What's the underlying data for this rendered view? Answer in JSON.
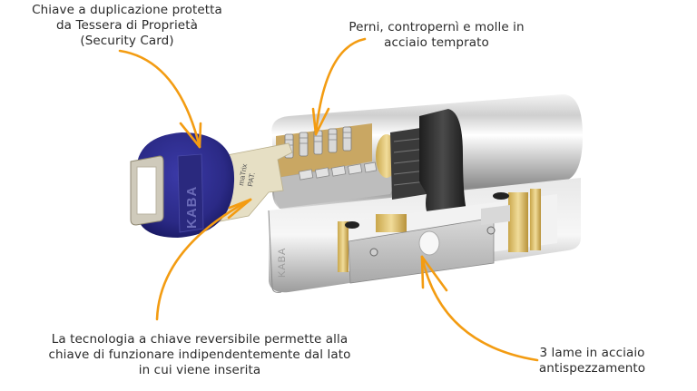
{
  "diagram": {
    "subject": "KABA matrix lock cylinder with reversible key (cutaway)",
    "accent_color": "#f39c12",
    "key_color": "#2e2a86",
    "callouts": [
      {
        "id": "protected-key",
        "lines": [
          "Chiave a duplicazione protetta",
          "da Tessera di Proprietà",
          "(Security Card)"
        ],
        "points_to": "key head"
      },
      {
        "id": "hardened-pins",
        "lines": [
          "Perni, contropernì e molle in",
          "acciaio temprato"
        ],
        "points_to": "pins and springs"
      },
      {
        "id": "reversible-key",
        "lines": [
          "La tecnologia a chiave reversibile permette alla",
          "chiave di funzionare indipendentemente dal lato",
          "in cui viene inserita"
        ],
        "points_to": "key blade"
      },
      {
        "id": "anti-break-blades",
        "lines": [
          "3 lame in acciaio",
          "antispezzamento"
        ],
        "points_to": "steel bar"
      }
    ],
    "key_brand_text": "KABA",
    "blade_text": [
      "maTrix",
      "PAT."
    ],
    "cylinder_brand_text": "KABA"
  }
}
